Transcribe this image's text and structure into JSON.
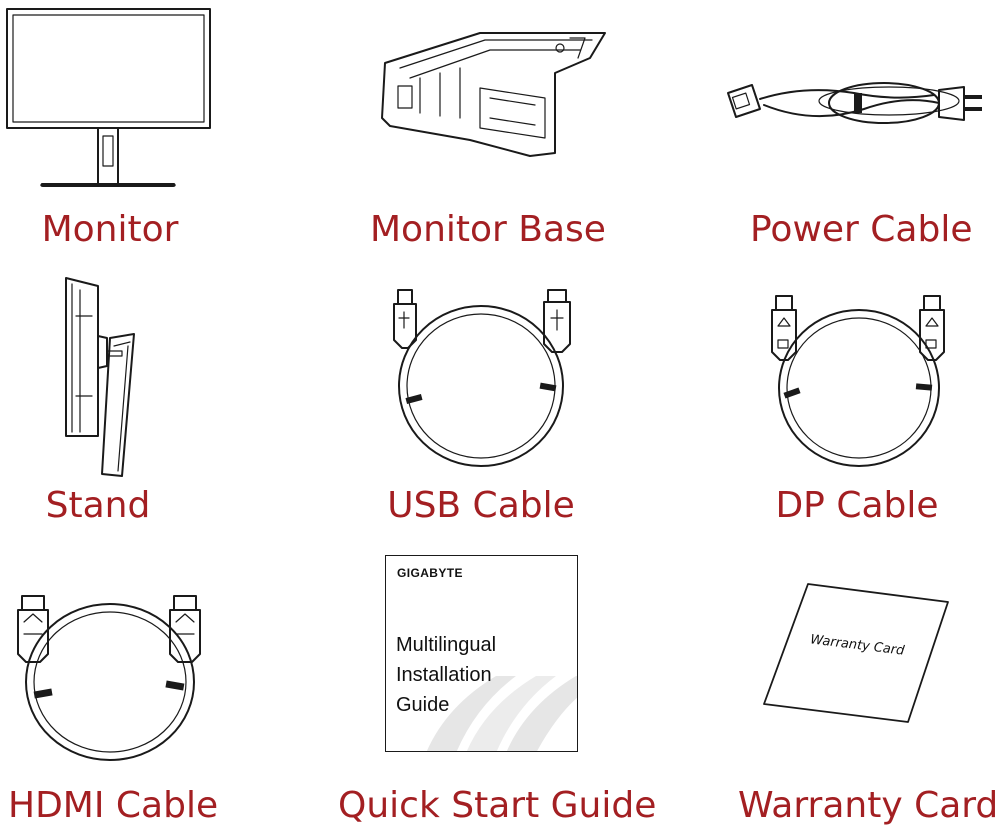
{
  "items": [
    {
      "id": "monitor",
      "label": "Monitor",
      "icon": "monitor-icon"
    },
    {
      "id": "monitor-base",
      "label": "Monitor Base",
      "icon": "monitor-base-icon"
    },
    {
      "id": "power-cable",
      "label": "Power Cable",
      "icon": "power-cable-icon"
    },
    {
      "id": "stand",
      "label": "Stand",
      "icon": "stand-icon"
    },
    {
      "id": "usb-cable",
      "label": "USB Cable",
      "icon": "usb-cable-icon"
    },
    {
      "id": "dp-cable",
      "label": "DP Cable",
      "icon": "dp-cable-icon"
    },
    {
      "id": "hdmi-cable",
      "label": "HDMI Cable",
      "icon": "hdmi-cable-icon"
    },
    {
      "id": "quick-start-guide",
      "label": "Quick Start Guide",
      "icon": "guide-booklet-icon"
    },
    {
      "id": "warranty-card",
      "label": "Warranty Card",
      "icon": "warranty-card-icon"
    }
  ],
  "guide": {
    "brand": "GIGABYTE",
    "lines": [
      "Multilingual",
      "Installation",
      "Guide"
    ]
  },
  "warranty": {
    "card_text": "Warranty Card"
  },
  "colors": {
    "caption": "#a31f22"
  }
}
